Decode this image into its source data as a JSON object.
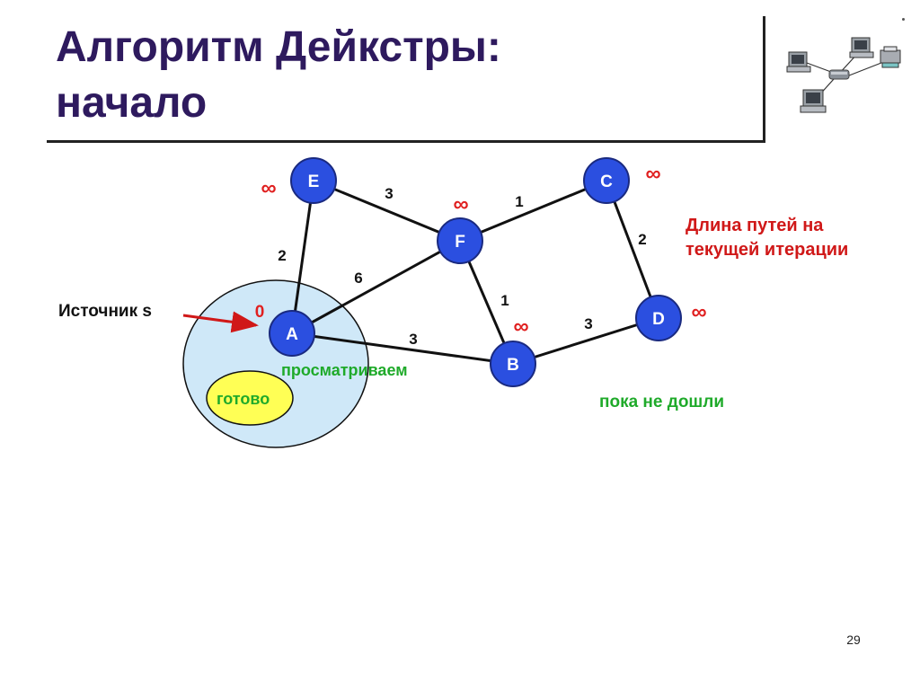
{
  "slide": {
    "title_line1": "Алгоритм Дейкстры:",
    "title_line2": "начало",
    "page_number": "29"
  },
  "graph": {
    "nodes": [
      {
        "id": "E",
        "label": "E",
        "dist": "∞"
      },
      {
        "id": "F",
        "label": "F",
        "dist": "∞"
      },
      {
        "id": "C",
        "label": "C",
        "dist": "∞"
      },
      {
        "id": "A",
        "label": "A",
        "dist": "0"
      },
      {
        "id": "B",
        "label": "B",
        "dist": "∞"
      },
      {
        "id": "D",
        "label": "D",
        "dist": "∞"
      }
    ],
    "edges": [
      {
        "from": "E",
        "to": "A",
        "weight": "2"
      },
      {
        "from": "E",
        "to": "F",
        "weight": "3"
      },
      {
        "from": "F",
        "to": "C",
        "weight": "1"
      },
      {
        "from": "A",
        "to": "F",
        "weight": "6"
      },
      {
        "from": "F",
        "to": "B",
        "weight": "1"
      },
      {
        "from": "C",
        "to": "D",
        "weight": "2"
      },
      {
        "from": "A",
        "to": "B",
        "weight": "3"
      },
      {
        "from": "B",
        "to": "D",
        "weight": "3"
      }
    ]
  },
  "annotations": {
    "source_label": "Источник s",
    "path_length_line1": "Длина путей на",
    "path_length_line2": "текущей итерации",
    "viewing_label": "просматриваем",
    "done_label": "готово",
    "not_reached_label": "пока не дошли"
  },
  "colors": {
    "title": "#2e1a5e",
    "node_fill": "#2b4fe0",
    "node_stroke": "#1a2a80",
    "edge": "#111111",
    "distance": "#e02020",
    "annotation_red": "#d01818",
    "annotation_green": "#1faa2a",
    "region_fill": "#cfe8f8",
    "done_fill": "#ffff55"
  }
}
